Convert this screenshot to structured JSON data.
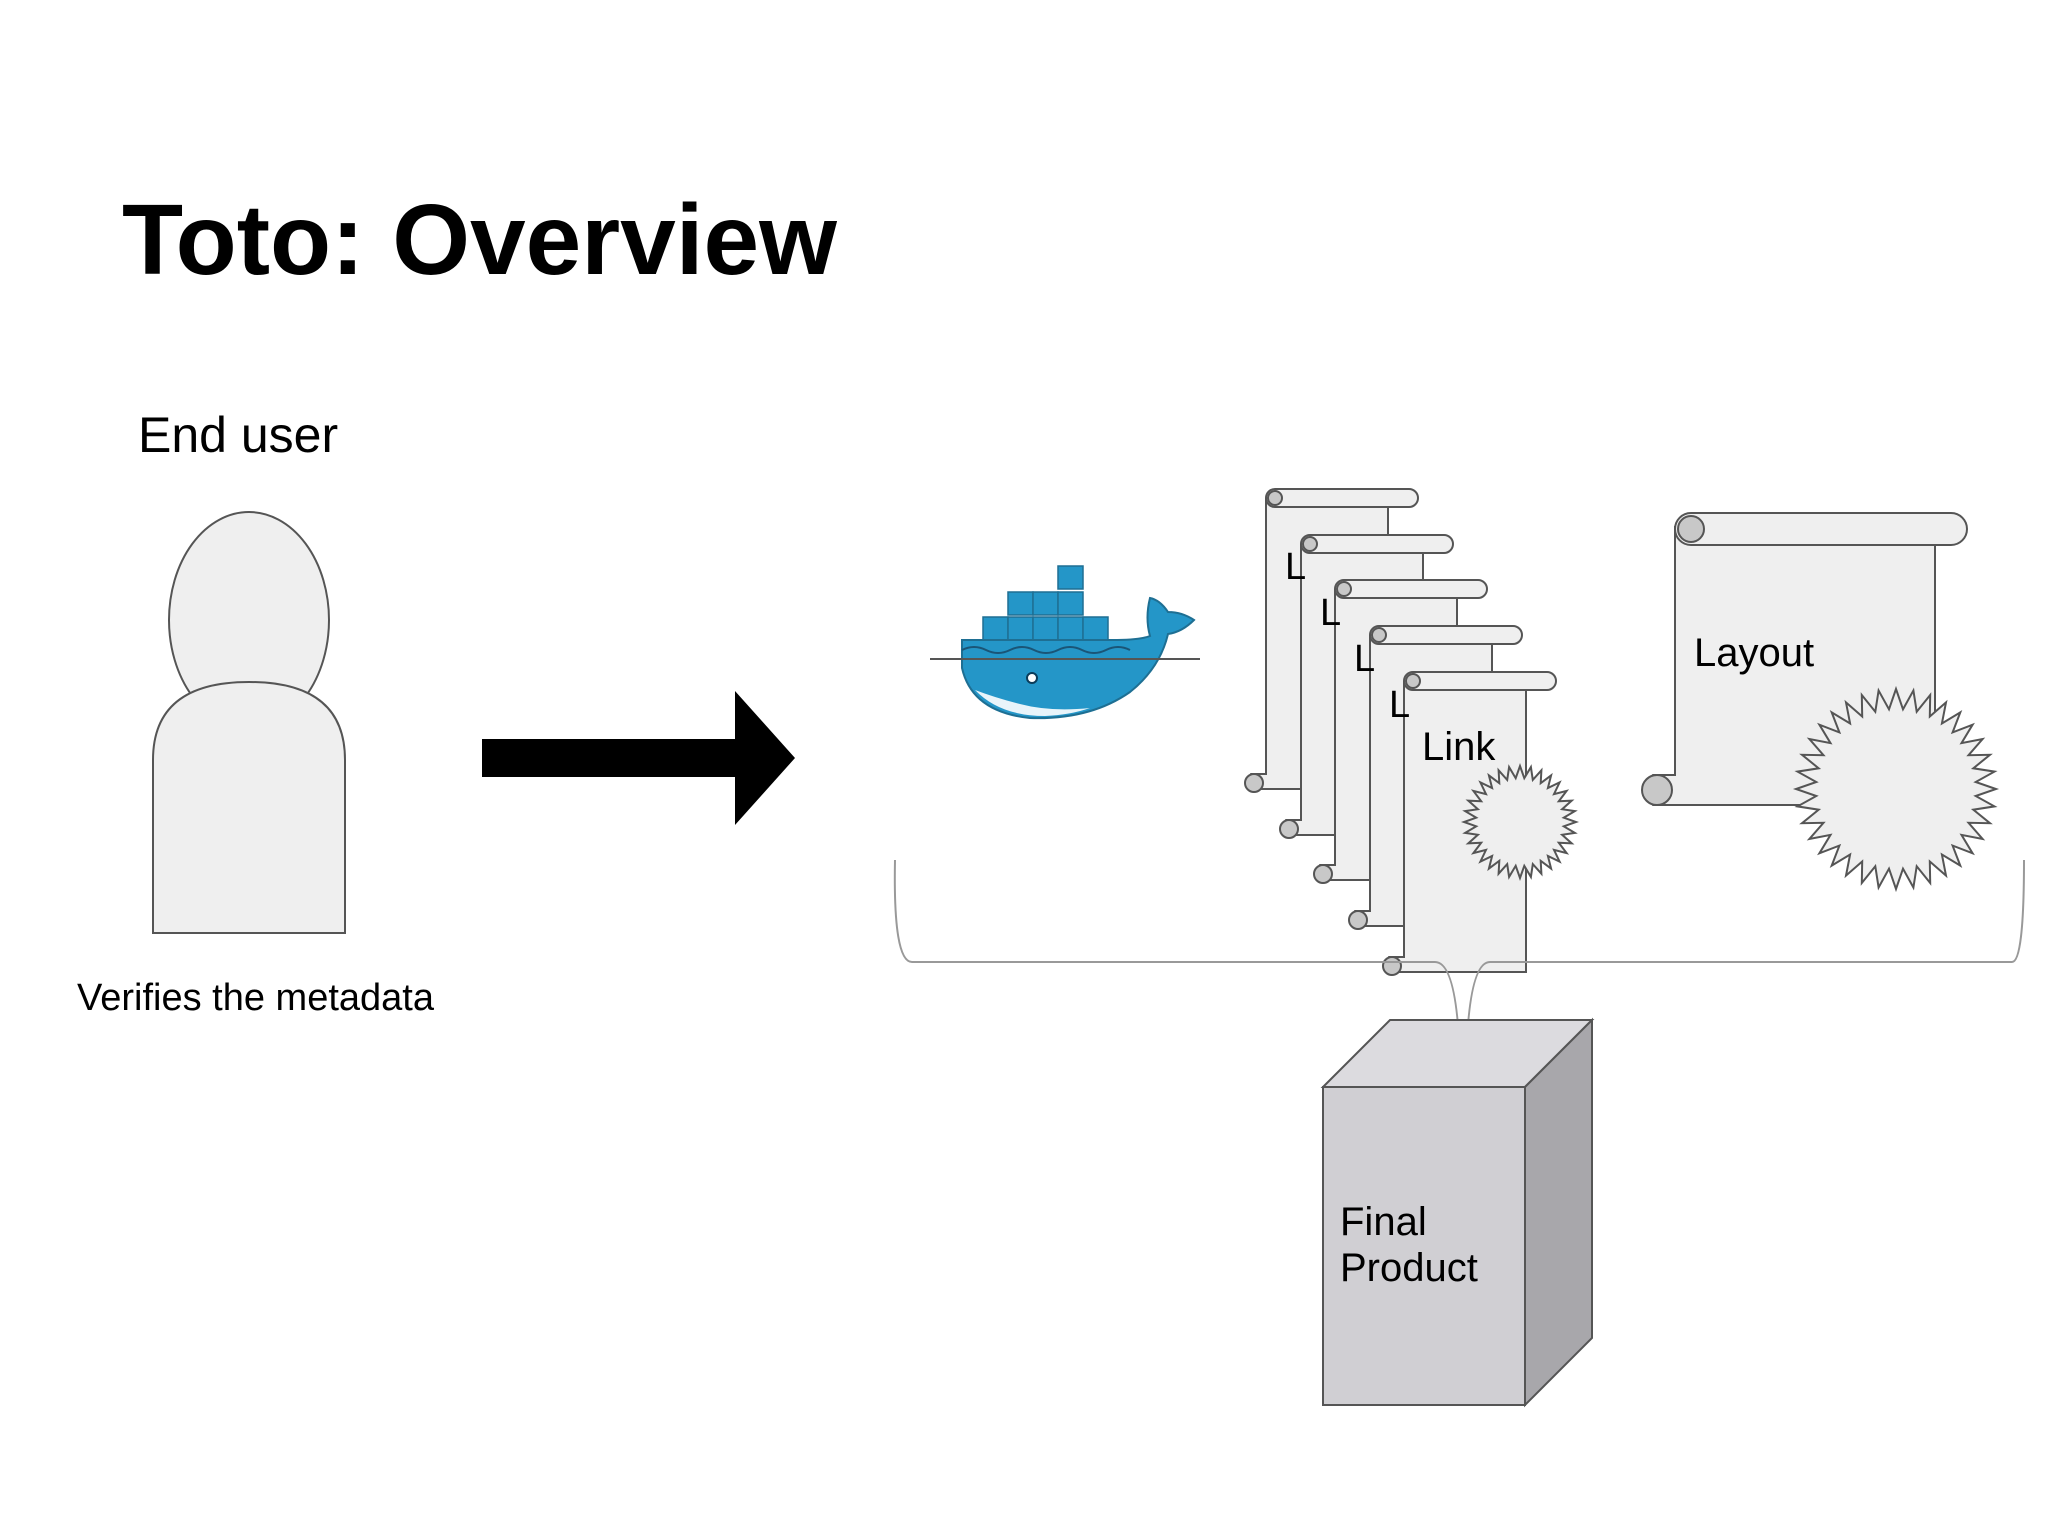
{
  "slide": {
    "title": "Toto: Overview",
    "end_user_label": "End user",
    "end_user_caption": "Verifies the metadata",
    "layout_label": "Layout",
    "link_label": "Link",
    "link_stub_letter": "L",
    "final_product_line1": "Final",
    "final_product_line2": "Product"
  },
  "icons": {
    "person": "person-silhouette-icon",
    "arrow": "right-arrow-icon",
    "container": "docker-whale-icon",
    "link_scroll": "scroll-icon",
    "layout_scroll": "scroll-icon",
    "signature_seal": "seal-icon",
    "product_box": "box-icon"
  },
  "colors": {
    "background": "#ffffff",
    "outline": "#555555",
    "fill_light": "#efefef",
    "arrow": "#000000",
    "whale_blue": "#2496c8",
    "box_front": "#d0cfd3",
    "box_side": "#a8a7ab",
    "box_top": "#dcdbdf"
  }
}
